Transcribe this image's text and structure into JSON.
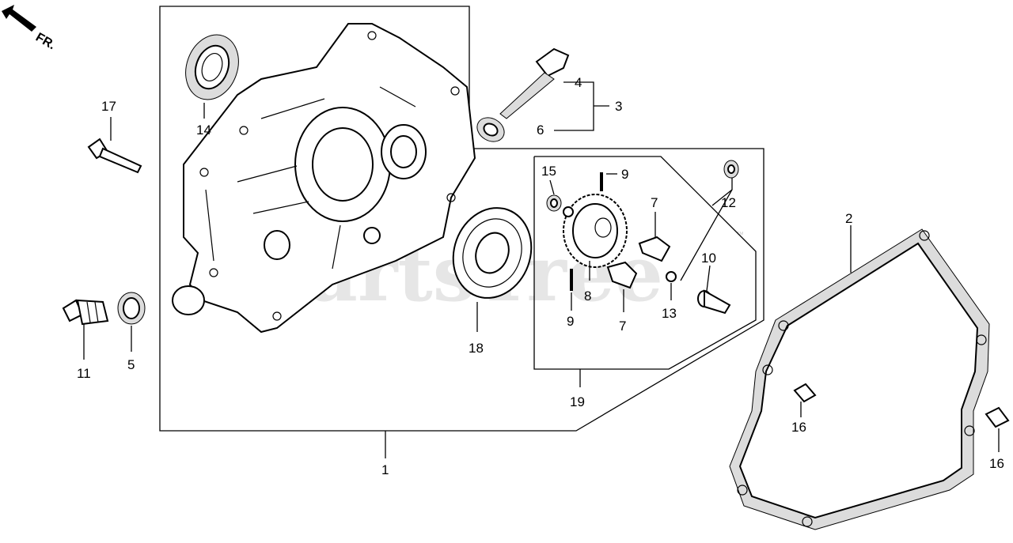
{
  "direction_label": "FR.",
  "watermark": "PartsTree",
  "watermark_tm": "™",
  "callouts": [
    "1",
    "2",
    "3",
    "4",
    "5",
    "6",
    "7",
    "7",
    "8",
    "9",
    "9",
    "10",
    "11",
    "12",
    "13",
    "14",
    "15",
    "16",
    "16",
    "17",
    "18",
    "19"
  ]
}
